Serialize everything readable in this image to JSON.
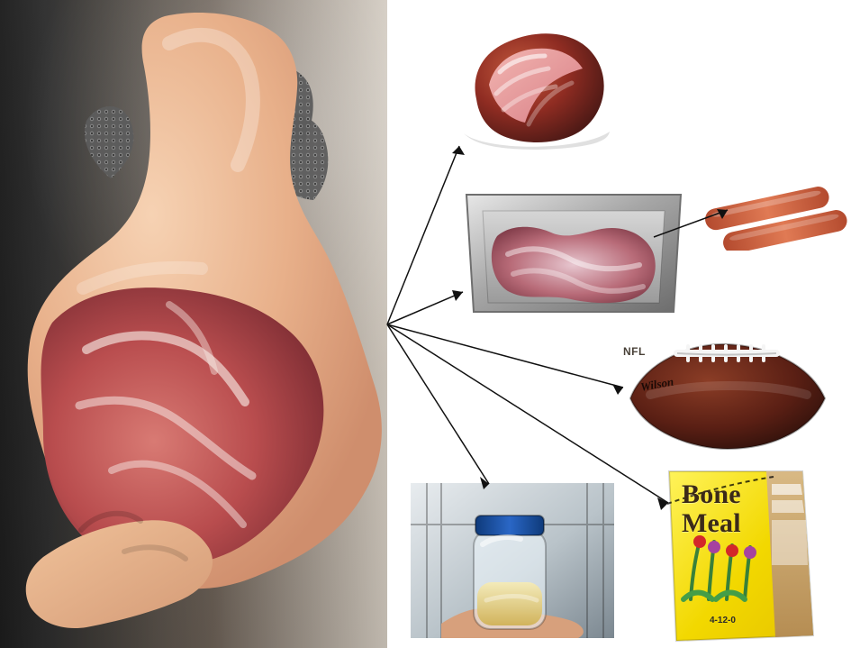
{
  "packaging": {
    "bone_meal": {
      "title_line1": "Bone",
      "title_line2": "Meal",
      "npk": "4-12-0"
    }
  },
  "football": {
    "maker": "Wilson",
    "league": "NFL"
  }
}
